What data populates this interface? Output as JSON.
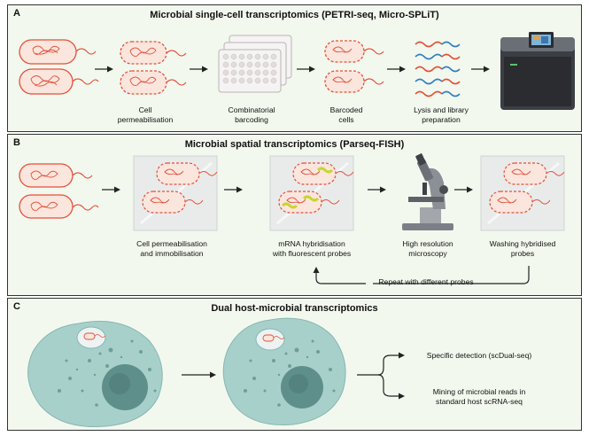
{
  "panelA": {
    "letter": "A",
    "title": "Microbial single-cell transcriptomics (PETRI-seq, Micro-SPLiT)",
    "steps": [
      "Cell\npermeabilisation",
      "Combinatorial\nbarcoding",
      "Barcoded\ncells",
      "Lysis and library\npreparation"
    ]
  },
  "panelB": {
    "letter": "B",
    "title": "Microbial spatial transcriptomics (Parseq-FISH)",
    "steps": [
      "Cell permeabilisation\nand immobilisation",
      "mRNA hybridisation\nwith fluorescent probes",
      "High resolution\nmicroscopy",
      "Washing hybridised\nprobes"
    ],
    "loop": "Repeat with different probes"
  },
  "panelC": {
    "letter": "C",
    "title": "Dual host-microbial transcriptomics",
    "outcomes": [
      "Specific detection (scDual-seq)",
      "Mining of microbial reads in\nstandard host scRNA-seq"
    ]
  },
  "colors": {
    "panel_bg": "#f3f8ee",
    "bacterium_fill": "#fbe6de",
    "bacterium_stroke": "#e2513a",
    "probe": "#c9d530",
    "host_cell": "#a8d0cb",
    "nucleus": "#5f8f8a"
  }
}
